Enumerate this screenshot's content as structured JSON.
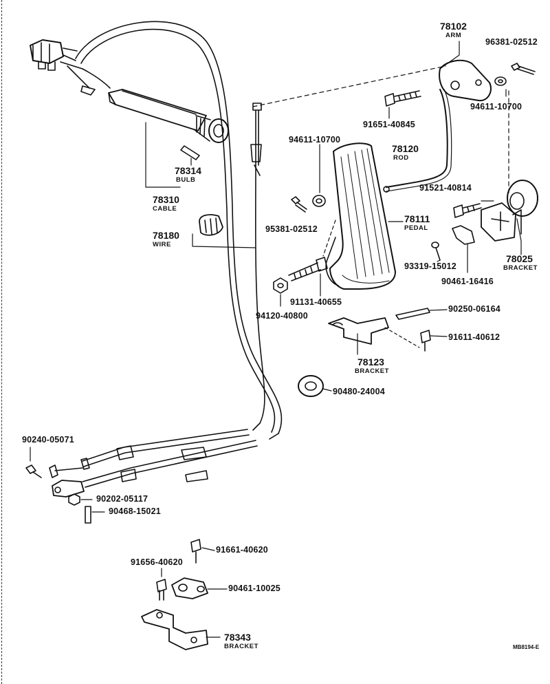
{
  "parts": {
    "p78102": {
      "number": "78102",
      "name": "ARM"
    },
    "p96381_top": {
      "number": "96381-02512"
    },
    "p94611_right": {
      "number": "94611-10700"
    },
    "p91651": {
      "number": "91651-40845"
    },
    "p94611_mid": {
      "number": "94611-10700"
    },
    "p78120": {
      "number": "78120",
      "name": "ROD"
    },
    "p91521": {
      "number": "91521-40814"
    },
    "p78025": {
      "number": "78025",
      "name": "BRACKET"
    },
    "p95381": {
      "number": "95381-02512"
    },
    "p78111": {
      "number": "78111",
      "name": "PEDAL"
    },
    "p93319": {
      "number": "93319-15012"
    },
    "p90461_16416": {
      "number": "90461-16416"
    },
    "p91131": {
      "number": "91131-40655"
    },
    "p94120": {
      "number": "94120-40800"
    },
    "p90250": {
      "number": "90250-06164"
    },
    "p91611": {
      "number": "91611-40612"
    },
    "p78123": {
      "number": "78123",
      "name": "BRACKET"
    },
    "p90480": {
      "number": "90480-24004"
    },
    "p78314": {
      "number": "78314",
      "name": "BULB"
    },
    "p78310": {
      "number": "78310",
      "name": "CABLE"
    },
    "p78180": {
      "number": "78180",
      "name": "WIRE"
    },
    "p90240": {
      "number": "90240-05071"
    },
    "p90202": {
      "number": "90202-05117"
    },
    "p90468": {
      "number": "90468-15021"
    },
    "p91661": {
      "number": "91661-40620"
    },
    "p91656": {
      "number": "91656-40620"
    },
    "p90461_10025": {
      "number": "90461-10025"
    },
    "p78343": {
      "number": "78343",
      "name": "BRACKET"
    }
  },
  "diagram_code": "MB8194-E",
  "colors": {
    "ink": "#111111",
    "paper": "#ffffff"
  }
}
